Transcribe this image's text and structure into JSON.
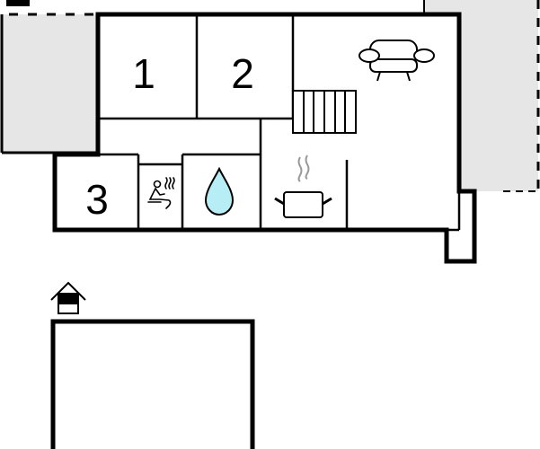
{
  "floorplan": {
    "rooms": [
      {
        "id": "bedroom-1",
        "label": "1"
      },
      {
        "id": "bedroom-2",
        "label": "2"
      },
      {
        "id": "bedroom-3",
        "label": "3"
      }
    ],
    "icons": {
      "living": "sofa-icon",
      "stairs": "stairs-icon",
      "sauna": "sauna-icon",
      "bathroom": "water-drop-icon",
      "kitchen": "cooking-pot-icon",
      "outbuilding": "house-icon"
    },
    "colors": {
      "wall": "#000000",
      "terrace": "#e6e6e6",
      "water": "#b7eef5",
      "steam": "#999999"
    }
  }
}
